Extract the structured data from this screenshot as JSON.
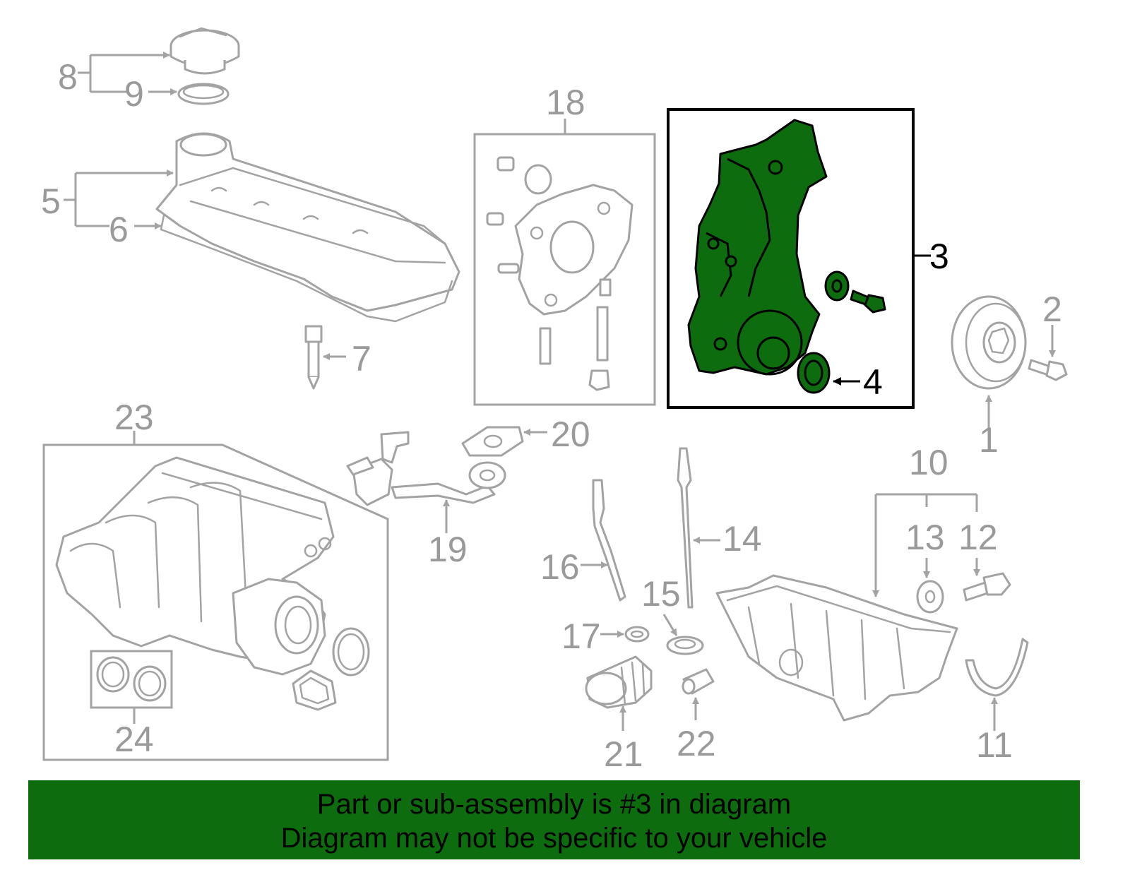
{
  "diagram": {
    "highlight_color": "#0d6c0d",
    "callouts": {
      "c1": "1",
      "c2": "2",
      "c3": "3",
      "c4": "4",
      "c5": "5",
      "c6": "6",
      "c7": "7",
      "c8": "8",
      "c9": "9",
      "c10": "10",
      "c11": "11",
      "c12": "12",
      "c13": "13",
      "c14": "14",
      "c15": "15",
      "c16": "16",
      "c17": "17",
      "c18": "18",
      "c19": "19",
      "c20": "20",
      "c21": "21",
      "c22": "22",
      "c23": "23",
      "c24": "24"
    },
    "highlighted_part": "3"
  },
  "banner": {
    "line1": "Part or sub-assembly is #3 in diagram",
    "line2": "Diagram may not be specific to your vehicle",
    "background": "#0d6c0d"
  }
}
